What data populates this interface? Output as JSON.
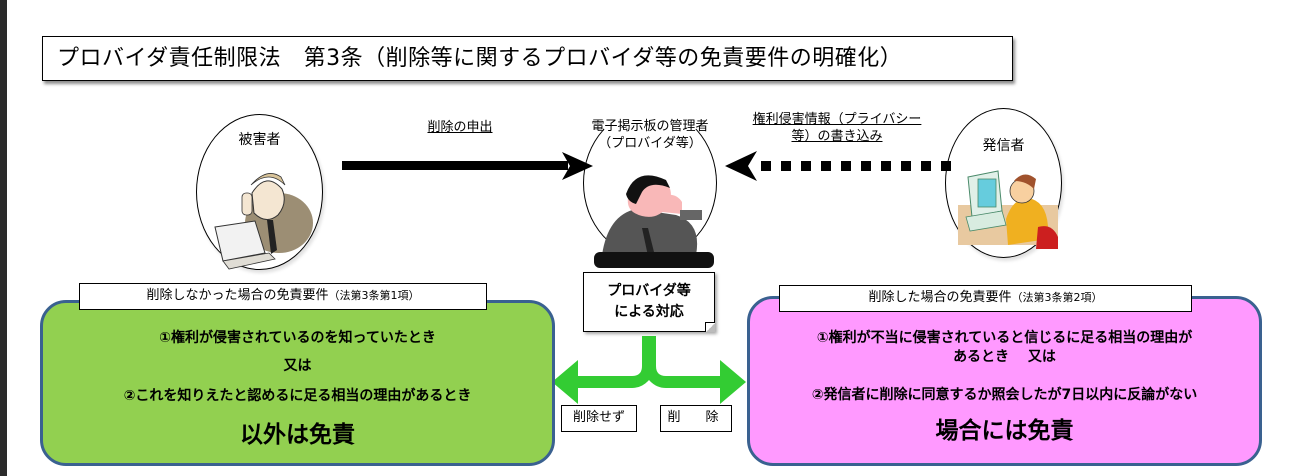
{
  "title": "プロバイダ責任制限法　第3条（削除等に関するプロバイダ等の免責要件の明確化）",
  "actors": {
    "victim": {
      "label": "被害者",
      "icon": "man-on-phone-at-laptop-icon"
    },
    "provider": {
      "label_line1": "電子掲示板の管理者",
      "label_line2": "（プロバイダ等）",
      "icon": "worried-man-at-desk-icon"
    },
    "sender": {
      "label": "発信者",
      "icon": "man-typing-at-computer-icon"
    }
  },
  "arrows": {
    "request": {
      "label": "削除の申出",
      "style": "solid",
      "direction": "victim-to-provider"
    },
    "post": {
      "label_line1": "権利侵害情報（プライバシー",
      "label_line2": "等）の書き込み",
      "style": "dotted",
      "direction": "sender-to-provider"
    }
  },
  "response": {
    "line1": "プロバイダ等",
    "line2": "による対応",
    "branch_left": "削除せず",
    "branch_right": "削　除",
    "branch_color": "#33cc33"
  },
  "panels": {
    "no_delete": {
      "header": "削除しなかった場合の免責要件",
      "header_ref": "（法第3条第1項）",
      "line1": "①権利が侵害されているのを知っていたとき",
      "line2": "又は",
      "line3": "②これを知りえたと認めるに足る相当の理由があるとき",
      "conclusion": "以外は免責",
      "color": "#92d050"
    },
    "delete": {
      "header": "削除した場合の免責要件",
      "header_ref": "（法第3条第2項）",
      "line1a": "①権利が不当に侵害されていると信じるに足る相当の理由が",
      "line1b": "あるとき　 又は",
      "line2": "②発信者に削除に同意するか照会したが7日以内に反論がない",
      "conclusion": "場合には免責",
      "color": "#ff99ff"
    },
    "border_color": "#3a6190"
  }
}
